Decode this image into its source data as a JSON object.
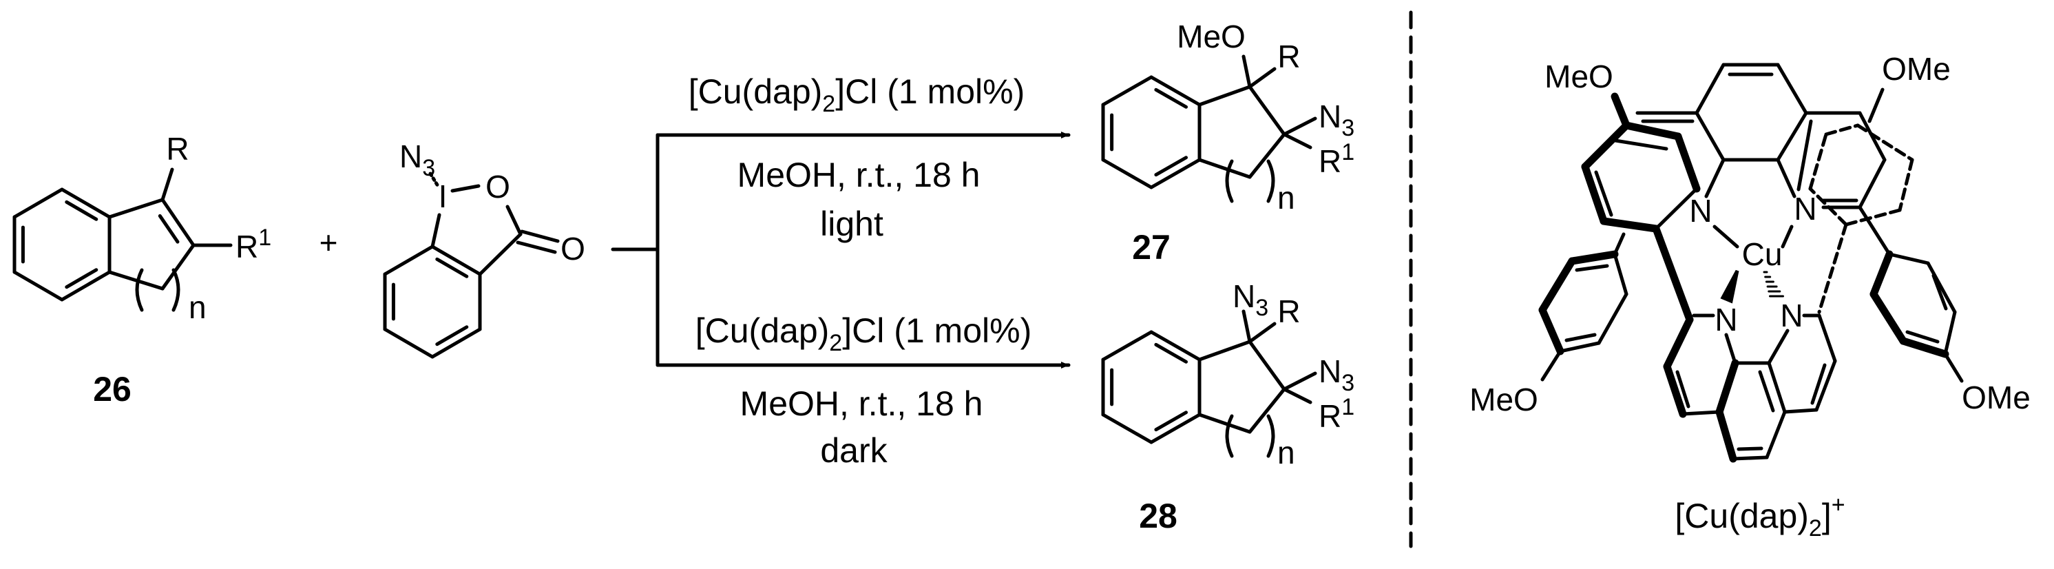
{
  "reactants": {
    "alkene": {
      "R": "R",
      "R1": "R",
      "R1_sup": "1",
      "n": "n",
      "label": "26"
    },
    "plus": "+",
    "reagent": {
      "N": "N",
      "N_sub": "3",
      "I": "I",
      "O_ring": "O",
      "O_carbonyl": "O"
    }
  },
  "conditions": {
    "light": {
      "cat_pre": "[Cu(dap)",
      "cat_sub": "2",
      "cat_post": "]Cl (1 mol%)",
      "solvent": "MeOH, r.t., 18 h",
      "mode": "light"
    },
    "dark": {
      "cat_pre": "[Cu(dap)",
      "cat_sub": "2",
      "cat_post": "]Cl (1 mol%)",
      "solvent": "MeOH, r.t., 18 h",
      "mode": "dark"
    }
  },
  "products": {
    "p27": {
      "top": "MeO",
      "R": "R",
      "N": "N",
      "N_sub": "3",
      "R1": "R",
      "R1_sup": "1",
      "n": "n",
      "label": "27"
    },
    "p28": {
      "top": "N",
      "top_sub": "3",
      "R": "R",
      "N": "N",
      "N_sub": "3",
      "R1": "R",
      "R1_sup": "1",
      "n": "n",
      "label": "28"
    }
  },
  "complex": {
    "Cu": "Cu",
    "N": "N",
    "MeO": "MeO",
    "OMe": "OMe",
    "label_pre": "[Cu(dap)",
    "label_sub": "2",
    "label_post": "]",
    "label_sup": "+"
  }
}
